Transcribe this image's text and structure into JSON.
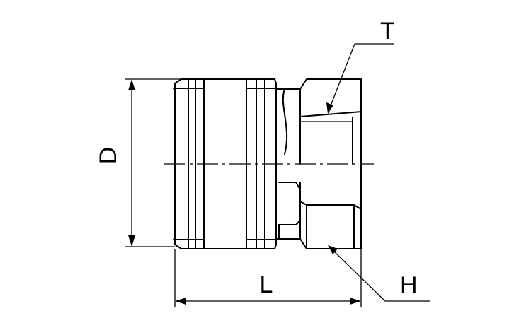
{
  "labels": {
    "thread": "T",
    "diameter": "D",
    "length": "L",
    "hex": "H"
  }
}
